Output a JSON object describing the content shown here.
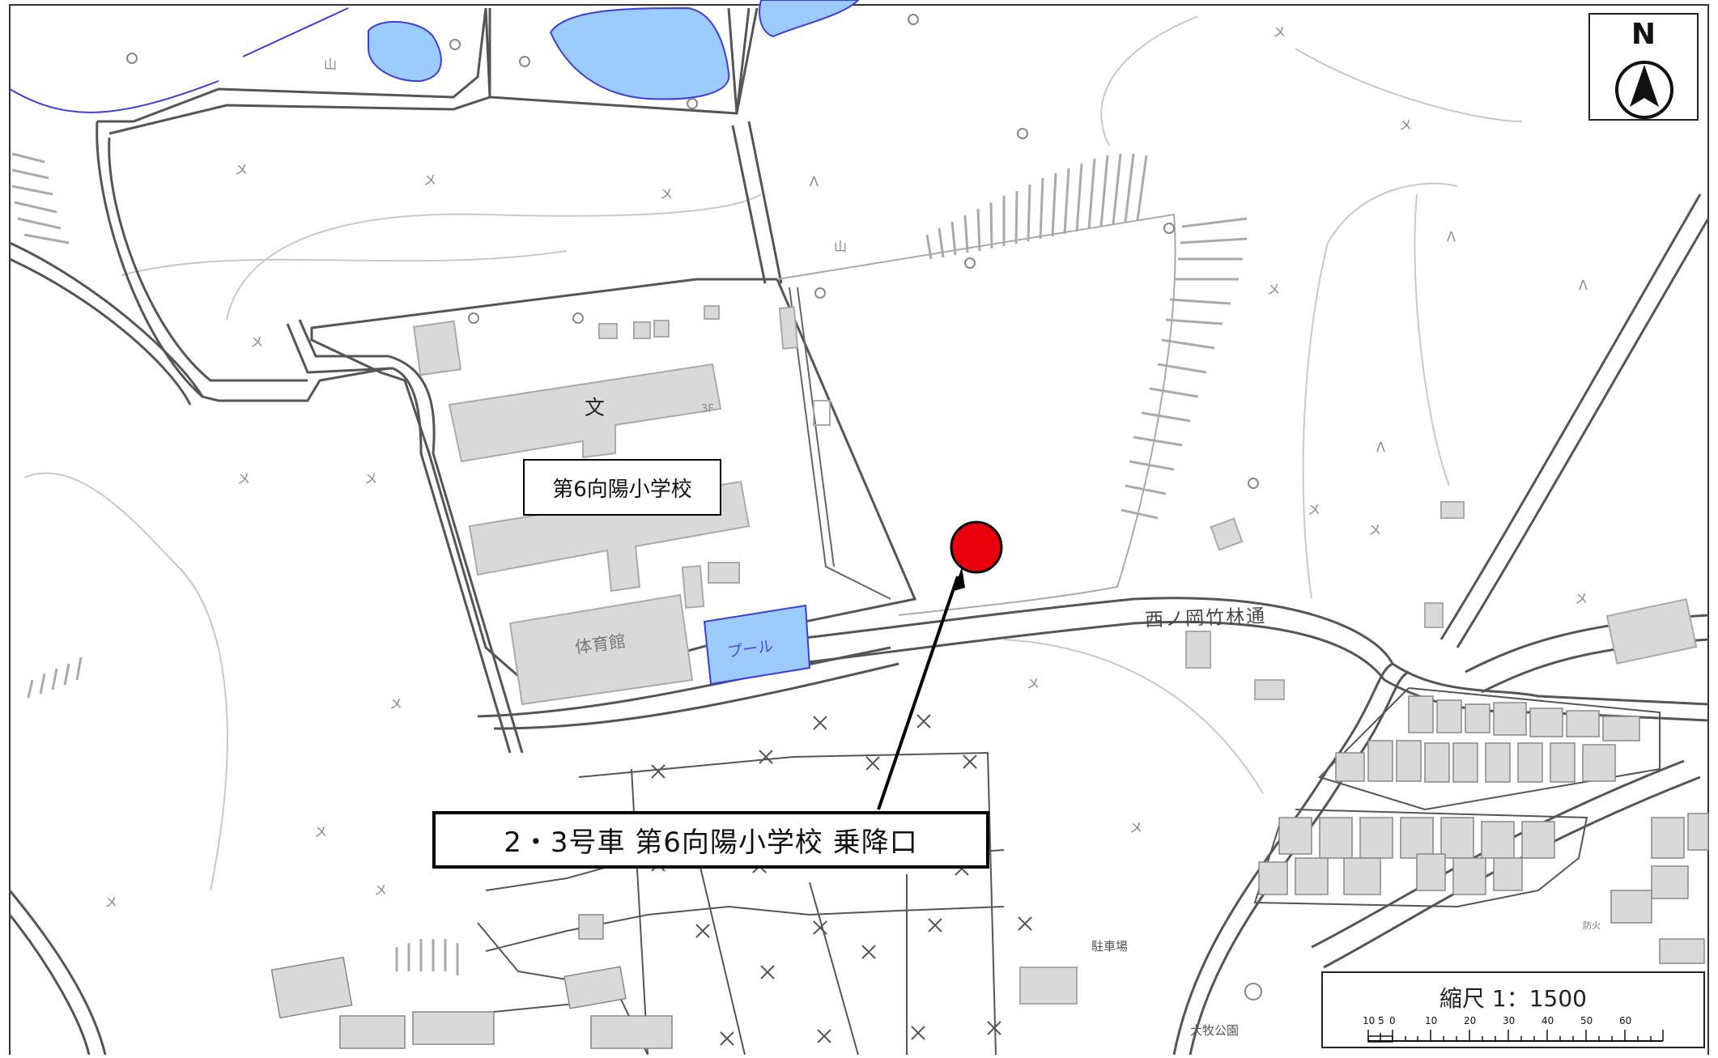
{
  "map": {
    "school_name": "第6向陽小学校",
    "building_symbol": "文",
    "floors": "3F",
    "gym": "体育館",
    "pool": "プール",
    "street": "西ノ岡竹林通",
    "parking": "駐車場",
    "park": "大牧公園",
    "other_label": "防火"
  },
  "callout": {
    "label": "2・3号車  第6向陽小学校  乗降口"
  },
  "marker": {
    "color": "#e8000b"
  },
  "colors": {
    "water": "#9ccbff",
    "building": "#d9d9d9",
    "road": "#555555"
  },
  "compass": {
    "label": "N"
  },
  "scale": {
    "title": "縮尺  1：1500",
    "ticks": [
      "10",
      "5",
      "0",
      "10",
      "20",
      "30",
      "40",
      "50",
      "60"
    ]
  }
}
